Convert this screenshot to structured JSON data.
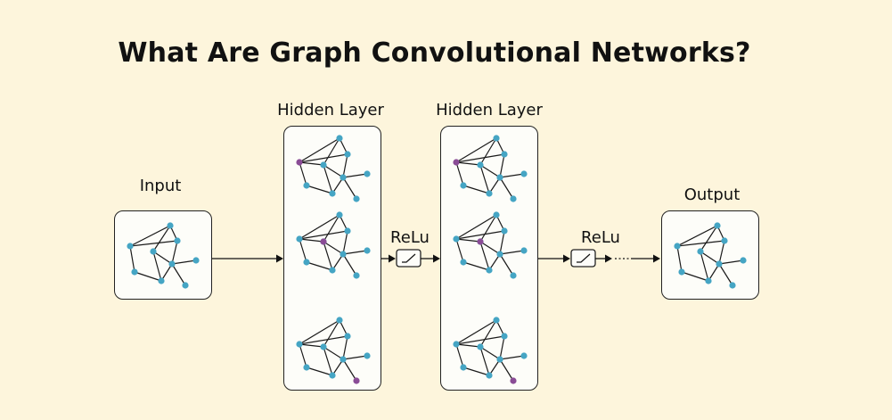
{
  "title": "What Are Graph Convolutional Networks?",
  "labels": {
    "input": "Input",
    "hidden1": "Hidden Layer",
    "hidden2": "Hidden Layer",
    "relu1": "ReLu",
    "relu2": "ReLu",
    "output": "Output"
  },
  "colors": {
    "background": "#fdf5dc",
    "node": "#45a5c4",
    "highlight_node": "#8a4c96",
    "edge": "#1a1a1a"
  }
}
